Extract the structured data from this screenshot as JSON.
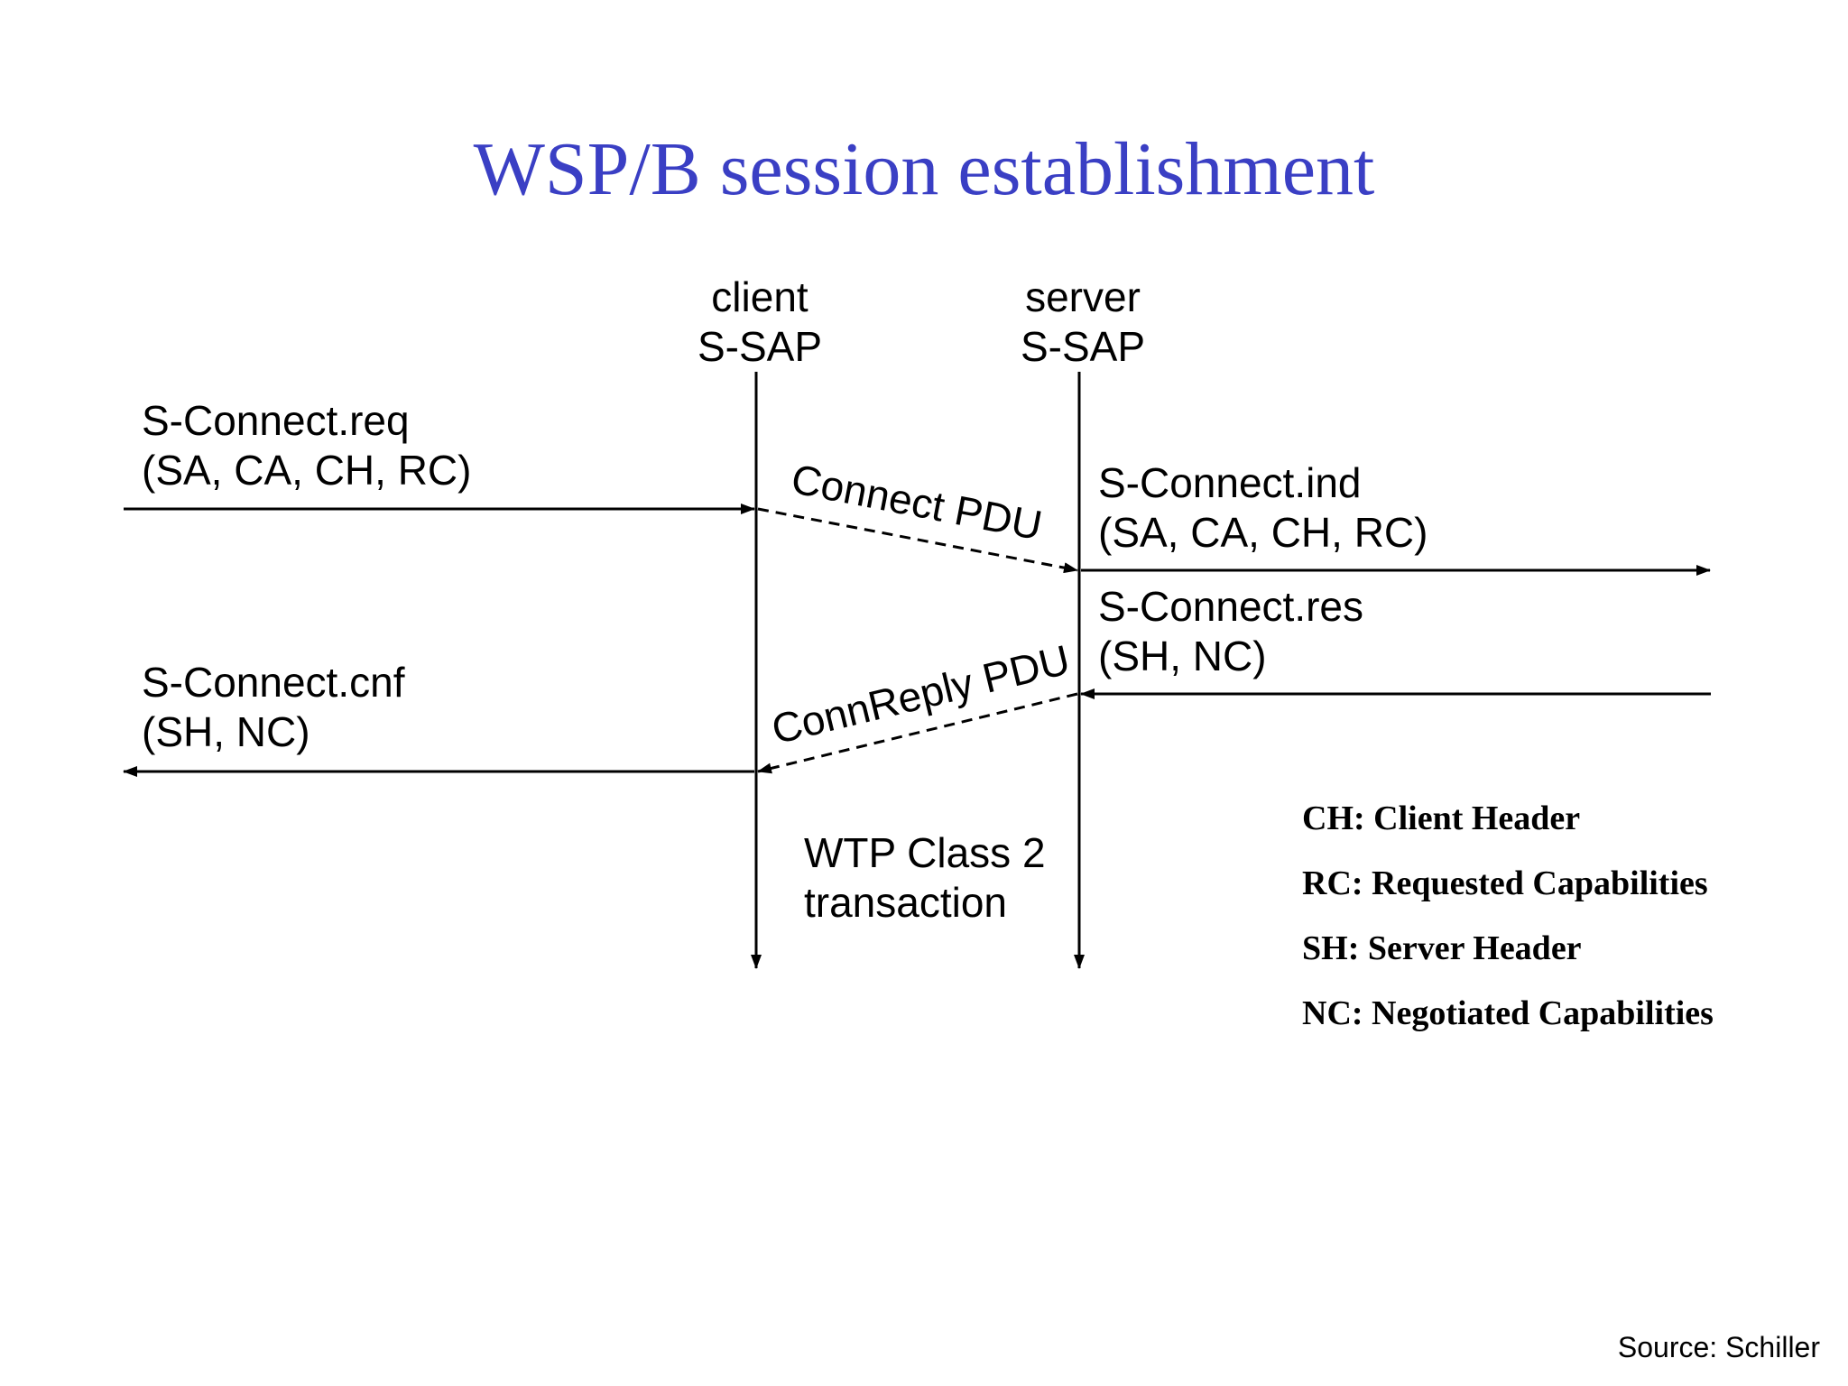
{
  "title": "WSP/B session establishment",
  "entities": {
    "client": {
      "line1": "client",
      "line2": "S-SAP"
    },
    "server": {
      "line1": "server",
      "line2": "S-SAP"
    }
  },
  "primitives": {
    "connect_req": {
      "name": "S-Connect.req",
      "params": "(SA, CA, CH, RC)"
    },
    "connect_ind": {
      "name": "S-Connect.ind",
      "params": "(SA, CA, CH, RC)"
    },
    "connect_res": {
      "name": "S-Connect.res",
      "params": "(SH, NC)"
    },
    "connect_cnf": {
      "name": "S-Connect.cnf",
      "params": "(SH, NC)"
    }
  },
  "pdus": {
    "connect": "Connect PDU",
    "connreply": "ConnReply PDU"
  },
  "transaction": {
    "line1": "WTP Class 2",
    "line2": "transaction"
  },
  "legend": [
    "CH: Client Header",
    "RC: Requested Capabilities",
    "SH: Server Header",
    "NC: Negotiated Capabilities"
  ],
  "source": "Source: Schiller",
  "colors": {
    "title": "#3a3fc4",
    "lines": "#000000"
  }
}
